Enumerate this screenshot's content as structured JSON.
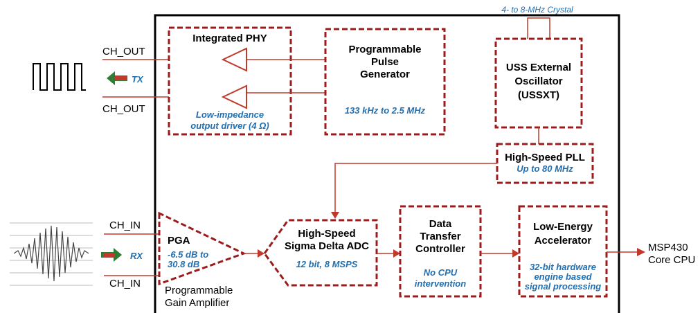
{
  "colors": {
    "accent": "#c0392b",
    "box_border": "#9b1c1c",
    "label_blue": "#1f6fb2",
    "arrow_green": "#2e7d32"
  },
  "crystal_label": "4- to 8-MHz Crystal",
  "phy": {
    "title": "Integrated PHY",
    "note_line1": "Low-impedance",
    "note_line2": "output driver (4 Ω)"
  },
  "ppg": {
    "title_line1": "Programmable",
    "title_line2": "Pulse",
    "title_line3": "Generator",
    "note": "133 kHz to 2.5 MHz"
  },
  "ussxt": {
    "title_line1": "USS External",
    "title_line2": "Oscillator",
    "title_line3": "(USSXT)"
  },
  "pll": {
    "title": "High-Speed PLL",
    "note": "Up to 80 MHz"
  },
  "pga": {
    "title": "PGA",
    "note_line1": "-6.5 dB to",
    "note_line2": "30.8 dB",
    "caption_line1": "Programmable",
    "caption_line2": "Gain Amplifier"
  },
  "adc": {
    "title_line1": "High-Speed",
    "title_line2": "Sigma Delta ADC",
    "note": "12 bit, 8 MSPS"
  },
  "dtc": {
    "title_line1": "Data",
    "title_line2": "Transfer",
    "title_line3": "Controller",
    "note_line1": "No CPU",
    "note_line2": "intervention"
  },
  "lea": {
    "title_line1": "Low-Energy",
    "title_line2": "Accelerator",
    "note_line1": "32-bit hardware",
    "note_line2": "engine based",
    "note_line3": "signal processing"
  },
  "ports": {
    "ch_out_top": "CH_OUT",
    "ch_out_bottom": "CH_OUT",
    "ch_in_top": "CH_IN",
    "ch_in_bottom": "CH_IN",
    "tx": "TX",
    "rx": "RX"
  },
  "output": {
    "line1": "MSP430",
    "line2": "Core CPU"
  }
}
